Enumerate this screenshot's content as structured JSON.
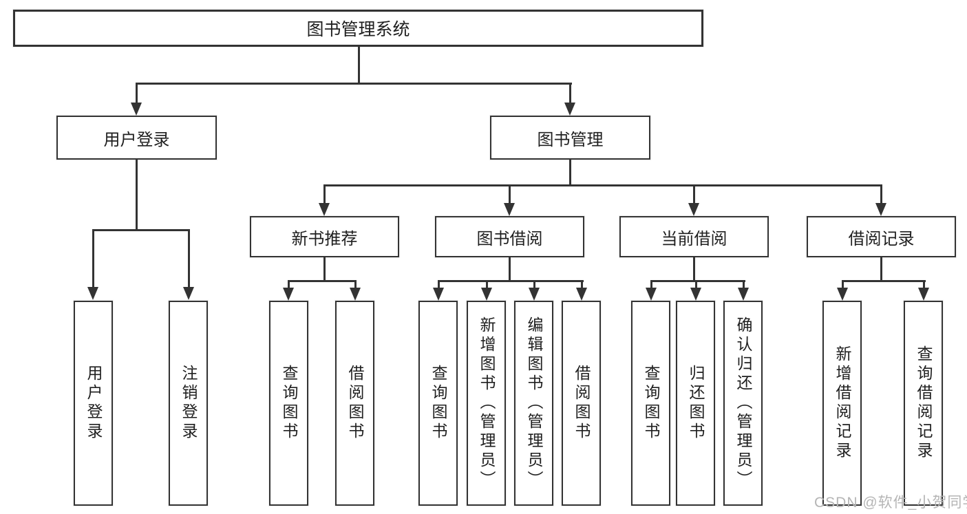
{
  "diagram": {
    "root": {
      "label": "图书管理系统"
    },
    "level2": [
      {
        "label": "用户登录"
      },
      {
        "label": "图书管理"
      }
    ],
    "level3": [
      {
        "label": "新书推荐"
      },
      {
        "label": "图书借阅"
      },
      {
        "label": "当前借阅"
      },
      {
        "label": "借阅记录"
      }
    ],
    "leaves": {
      "user_login": [
        "用户登录",
        "注销登录"
      ],
      "new_book": [
        "查询图书",
        "借阅图书"
      ],
      "book_borrow": [
        "查询图书",
        "新增图书（管理员）",
        "编辑图书（管理员）",
        "借阅图书"
      ],
      "current_borrow": [
        "查询图书",
        "归还图书",
        "确认归还（管理员）"
      ],
      "borrow_records": [
        "新增借阅记录",
        "查询借阅记录"
      ]
    },
    "watermark": "CSDN @软件_小贺同学",
    "colors": {
      "line": "#333333",
      "text": "#1f1f1f",
      "watermark": "#b5b5b5",
      "background": "#ffffff"
    }
  }
}
